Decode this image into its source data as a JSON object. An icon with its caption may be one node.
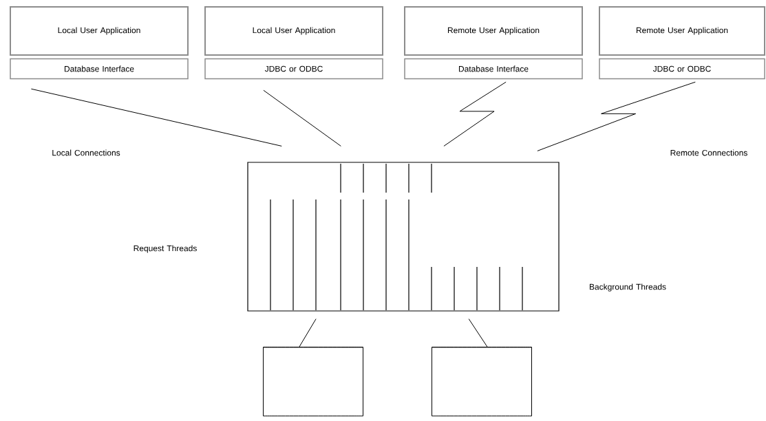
{
  "diagram": {
    "nodes": [
      {
        "text": [
          "Local User Application"
        ]
      },
      {
        "text": [
          "Local User Application"
        ]
      },
      {
        "text": [
          "Remote User Application"
        ]
      },
      {
        "text": [
          "Remote User Application"
        ]
      },
      {
        "text": [
          "Database Interface"
        ]
      },
      {
        "text": [
          "JDBC or ODBC"
        ]
      },
      {
        "text": [
          "Database Interface"
        ]
      },
      {
        "text": [
          "JDBC or ODBC"
        ]
      },
      {
        "text": [],
        "shape": "box"
      },
      {
        "text": [],
        "shape": "cylinder"
      },
      {
        "text": [],
        "shape": "cylinder"
      }
    ],
    "edges": [
      {
        "from": 4,
        "to": 8,
        "arrow": "none"
      },
      {
        "from": 5,
        "to": 8,
        "arrow": "none"
      },
      {
        "from": 6,
        "to": 8,
        "arrow": "none"
      },
      {
        "from": 7,
        "to": 8,
        "arrow": "none"
      },
      {
        "from": 8,
        "to": 9,
        "arrow": "none"
      },
      {
        "from": 8,
        "to": 10,
        "arrow": "none"
      }
    ],
    "labels": [
      "Local Connections",
      "Remote Connections",
      "Request Threads",
      "Background Threads"
    ]
  }
}
